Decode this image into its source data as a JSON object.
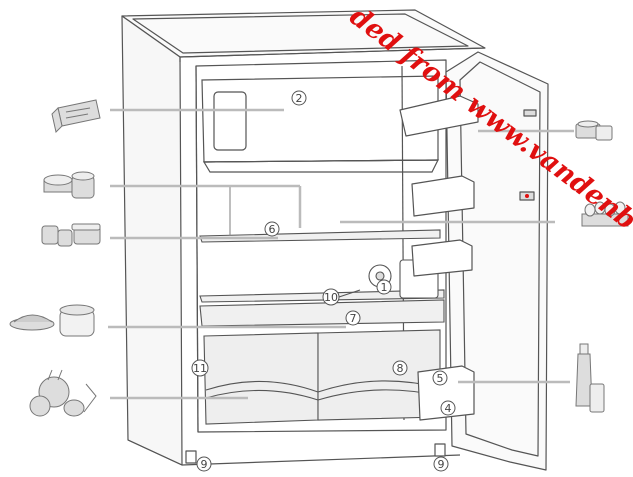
{
  "diagram": {
    "callouts": [
      "1",
      "2",
      "4",
      "5",
      "6",
      "7",
      "8",
      "9",
      "9",
      "10",
      "11"
    ]
  },
  "watermark": {
    "text": "Downloaded from www.vandenborre.be",
    "visible_text": "ded from www.vandenb",
    "color": "#e01010"
  },
  "colors": {
    "line": "#555555",
    "leader": "#bbbbbb",
    "icon_fill": "#dddddd"
  },
  "icons": [
    "cheese-wedge-icon",
    "cake-jars-icon",
    "jars-butter-icon",
    "meat-pot-icon",
    "vegetables-icon",
    "butter-cheese-icon",
    "eggs-icon",
    "bottles-icon"
  ]
}
